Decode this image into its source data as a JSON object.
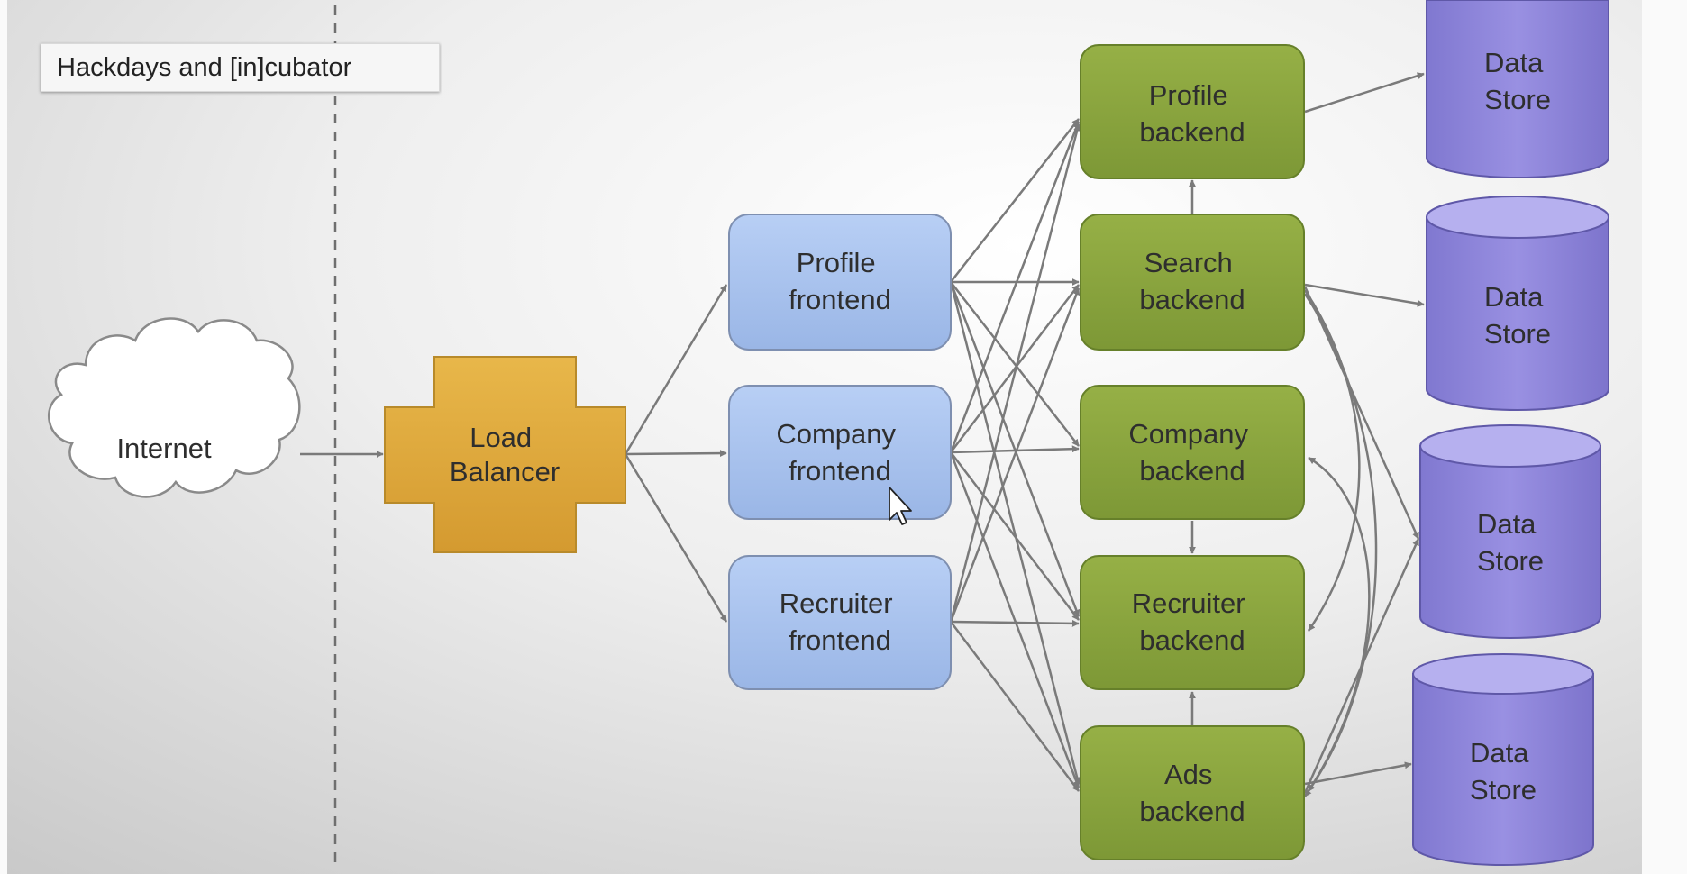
{
  "caption": {
    "text": "Hackdays and [in]cubator"
  },
  "colors": {
    "cloud": "#ffffff",
    "load_balancer": "#dea73a",
    "frontend": "#a9c3ef",
    "backend": "#8aa63d",
    "data_store": "#8c84d8",
    "arrow": "#7a7a7a"
  },
  "diagram": {
    "internet": {
      "label": [
        "Internet"
      ]
    },
    "load_balancer": {
      "label": [
        "Load",
        "Balancer"
      ]
    },
    "frontends": [
      {
        "label": [
          "Profile",
          "frontend"
        ]
      },
      {
        "label": [
          "Company",
          "frontend"
        ]
      },
      {
        "label": [
          "Recruiter",
          "frontend"
        ]
      }
    ],
    "backends": [
      {
        "label": [
          "Profile",
          "backend"
        ]
      },
      {
        "label": [
          "Search",
          "backend"
        ]
      },
      {
        "label": [
          "Company",
          "backend"
        ]
      },
      {
        "label": [
          "Recruiter",
          "backend"
        ]
      },
      {
        "label": [
          "Ads",
          "backend"
        ]
      }
    ],
    "data_stores": [
      {
        "label": [
          "Data",
          "Store"
        ]
      },
      {
        "label": [
          "Data",
          "Store"
        ]
      },
      {
        "label": [
          "Data",
          "Store"
        ]
      },
      {
        "label": [
          "Data",
          "Store"
        ]
      }
    ]
  }
}
